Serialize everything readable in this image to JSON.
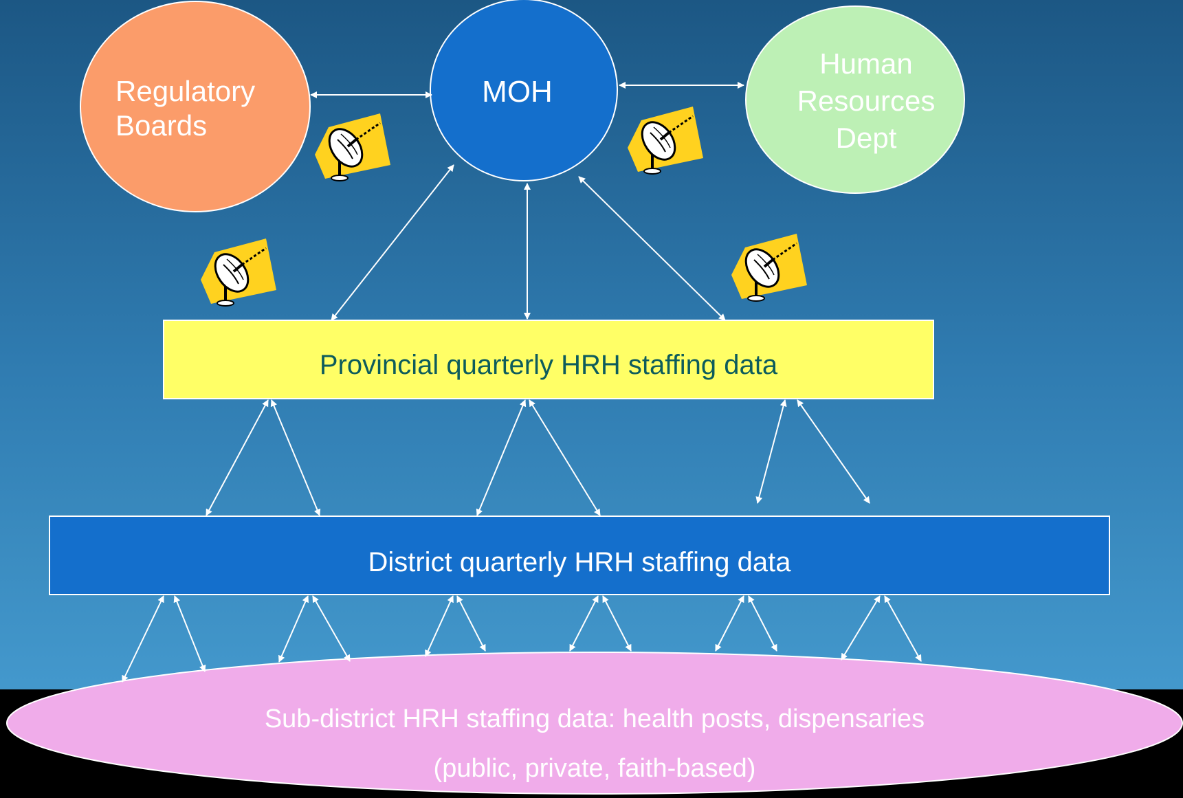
{
  "colors": {
    "regulatory": "#fb9c6a",
    "moh": "#146fcc",
    "hr": "#bdf0b5",
    "provincial": "#ffff66",
    "district": "#146fcc",
    "subdistrict": "#f0acea",
    "arrow": "#ffffff",
    "satellite": "#ffd21f"
  },
  "nodes": {
    "regulatory": {
      "label_line1": "Regulatory",
      "label_line2": "Boards"
    },
    "moh": {
      "label": "MOH"
    },
    "hr": {
      "label_line1": "Human",
      "label_line2": "Resources",
      "label_line3": "Dept"
    },
    "provincial": {
      "label": "Provincial quarterly HRH staffing data"
    },
    "district": {
      "label": "District quarterly HRH staffing data"
    },
    "subdistrict": {
      "label_line1": "Sub-district HRH staffing data: health posts, dispensaries",
      "label_line2": "(public, private, faith-based)"
    }
  },
  "icons": [
    "satellite-dish-icon",
    "satellite-dish-icon",
    "satellite-dish-icon",
    "satellite-dish-icon"
  ]
}
